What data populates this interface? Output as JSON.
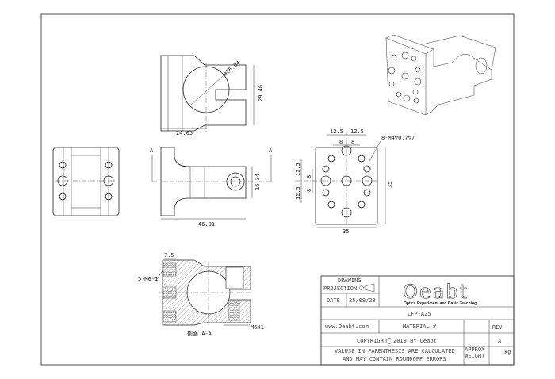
{
  "drawing": {
    "top_view": {
      "diameter_label": "ø25.04",
      "width_label": "24.05",
      "height_label": "29.46"
    },
    "front_view": {
      "length_label": "46.91",
      "height_label": "16.34",
      "section_marker_left": "A",
      "section_marker_right": "A"
    },
    "pattern_view": {
      "dim_top_outer_left": "12.5",
      "dim_top_outer_right": "12.5",
      "dim_top_inner_left": "8",
      "dim_top_inner_right": "8",
      "dim_side_outer_top": "12.5",
      "dim_side_outer_bottom": "12.5",
      "dim_side_inner_top": "8",
      "dim_side_inner_bottom": "8",
      "width_label": "35",
      "height_label": "35",
      "callout": "8-M4▽0.7▽7"
    },
    "section_view": {
      "dim_label": "7.5",
      "thread_callout": "5-M6*1",
      "thread_right": "M6X1",
      "title": "剖面 A-A"
    }
  },
  "title_block": {
    "drawing_label": "DRAWING",
    "projection_label": "PROJECTION",
    "date_label": "DATE",
    "date_value": "25/09/23",
    "logo_text": "Oeabt",
    "tagline": "Optics Experiment and Basic Teaching",
    "part_number": "CFP-A25",
    "website": "www.Oeabt.com",
    "material_label": "MATERIAL #",
    "rev_label": "REV",
    "rev_value": "A",
    "copyright_prefix": "COPYRIGHT",
    "copyright_suffix": "2019 BY Oeabt",
    "note_line1": "VALUSE IN PARENTHESIS ARE CALCULATED",
    "note_line2": "AND MAY CONTAIN ROUNDOFF ERRORS",
    "weight_label_1": "APPROX",
    "weight_label_2": "WEIGHT",
    "weight_unit": "kg"
  }
}
